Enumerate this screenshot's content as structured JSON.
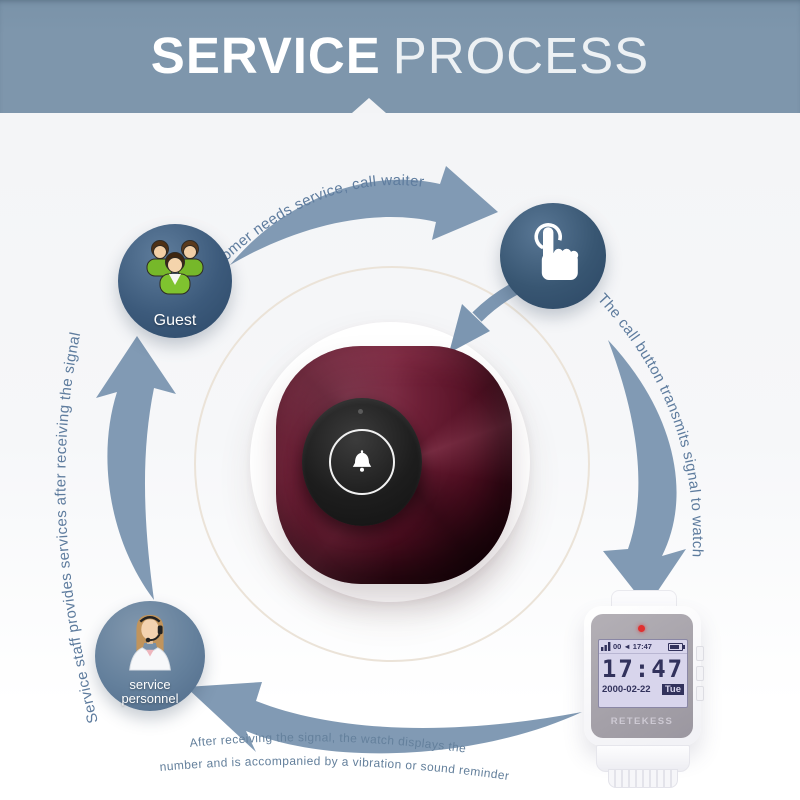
{
  "header": {
    "title_bold": "SERVICE",
    "title_light": "PROCESS"
  },
  "flow": {
    "step_top": "Customer needs service, call waiter",
    "step_right": "The call button transmits signal to watch",
    "step_bottom_line1": "After receiving the signal, the watch displays the",
    "step_bottom_line2": "number and is accompanied by a vibration or sound reminder",
    "step_left": "Service staff provides services after receiving the signal"
  },
  "nodes": {
    "guest": {
      "label": "Guest",
      "icon": "three-people-icon"
    },
    "press": {
      "icon": "hand-press-icon"
    },
    "call_button": {
      "icon": "bell-icon"
    },
    "personnel": {
      "label_line1": "service",
      "label_line2": "personnel",
      "icon": "headset-woman-icon"
    },
    "watch": {
      "brand": "RETEKESS",
      "status_prefix": "00",
      "status_time": "17:47",
      "time": "17:47",
      "date": "2000-02-22",
      "day": "Tue",
      "icons": [
        "signal-bars-icon",
        "speaker-icon",
        "battery-icon",
        "led-indicator"
      ]
    }
  },
  "colors": {
    "banner": "#7e96ac",
    "arrow": "#7c96b1",
    "flow_text": "#5e7c9e",
    "node_circle": "#2c4867",
    "button_maroon": "#5c1228",
    "watch_screen": "#d8d5ec",
    "led": "#e03030"
  }
}
